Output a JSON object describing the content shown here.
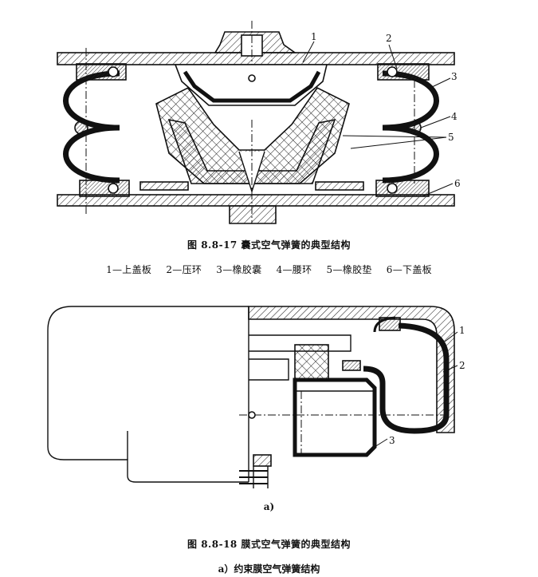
{
  "fig17": {
    "caption": "图 8.8-17   囊式空气弹簧的典型结构",
    "callouts": [
      "1",
      "2",
      "3",
      "4",
      "5",
      "6"
    ],
    "legend": [
      "1—上盖板",
      "2—压环",
      "3—橡胶囊",
      "4—腰环",
      "5—橡胶垫",
      "6—下盖板"
    ]
  },
  "fig18": {
    "sub_label": "a)",
    "callouts": [
      "1",
      "2",
      "3"
    ],
    "caption": "图 8.8-18   膜式空气弹簧的典型结构",
    "subcaption": "a）约束膜空气弹簧结构"
  }
}
